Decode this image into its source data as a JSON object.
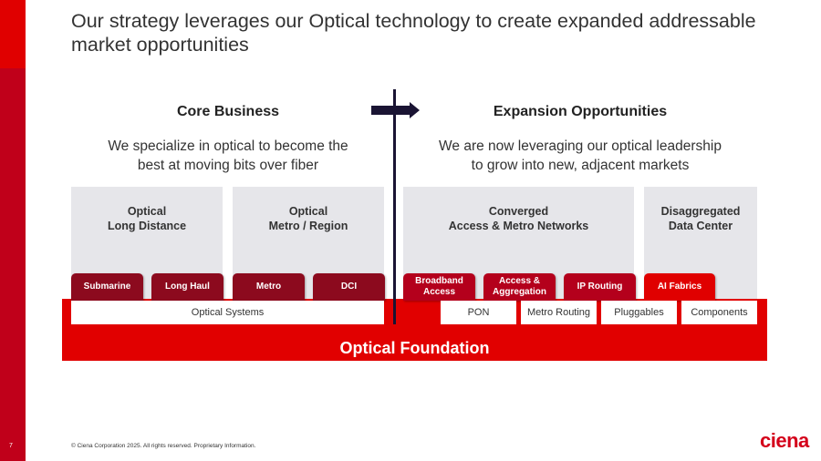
{
  "title": "Our strategy leverages our Optical technology to create expanded addressable market opportunities",
  "core": {
    "heading": "Core Business",
    "sub1": "We specialize in optical to become the",
    "sub2": "best at moving bits over fiber"
  },
  "expansion": {
    "heading": "Expansion Opportunities",
    "sub1": "We are now leveraging our optical leadership",
    "sub2": "to grow into new, adjacent markets"
  },
  "boxes": [
    {
      "l1": "Optical",
      "l2": "Long Distance"
    },
    {
      "l1": "Optical",
      "l2": "Metro / Region"
    },
    {
      "l1": "Converged",
      "l2": "Access & Metro Networks"
    },
    {
      "l1": "Disaggregated",
      "l2": "Data Center"
    }
  ],
  "pills": [
    "Submarine",
    "Long Haul",
    "Metro",
    "DCI",
    "Broadband Access",
    "Access & Aggregation",
    "IP Routing",
    "AI Fabrics"
  ],
  "foundation_items": [
    "Optical Systems",
    "PON",
    "Metro Routing",
    "Pluggables",
    "Components"
  ],
  "foundation": "Optical Foundation",
  "footer": {
    "page": "7",
    "copyright": "© Ciena Corporation 2025. All rights reserved. Proprietary Information.",
    "logo": "ciena"
  },
  "colors": {
    "brand_red": "#e00000",
    "dark_red": "#8c0a1e"
  }
}
